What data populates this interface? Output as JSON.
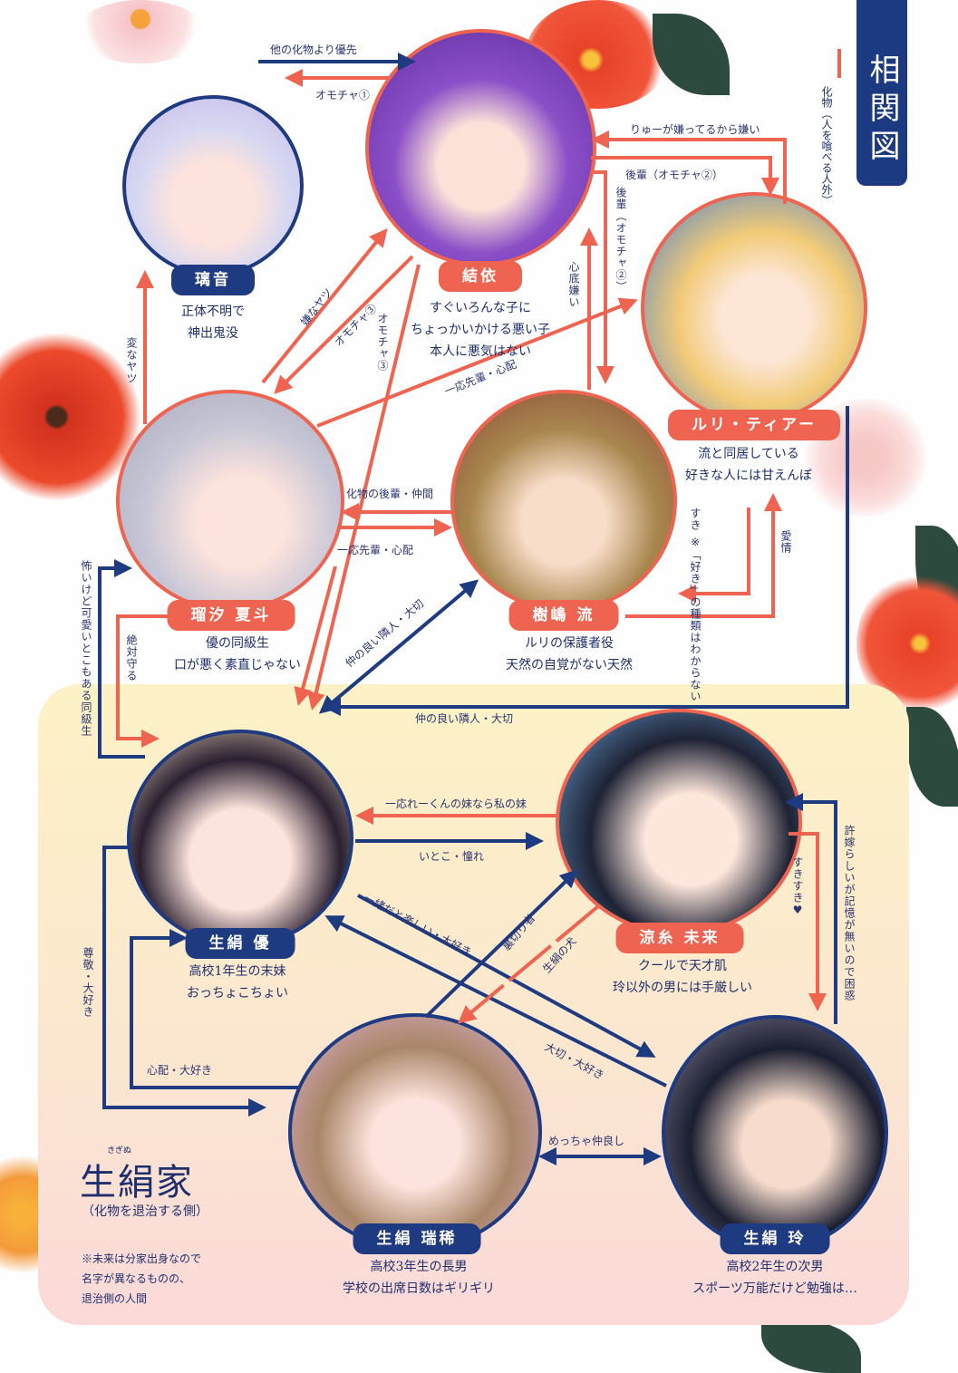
{
  "title": "相関図",
  "legend": {
    "color": "#ee6450",
    "text": "化物（人を喰べる人外）"
  },
  "colors": {
    "coral": "#ee6450",
    "navy": "#1e3a80",
    "panel": "#fdf2c6"
  },
  "family": {
    "ruby": "きぎぬ",
    "name": "生絹家",
    "subtitle": "（化物を退治する側）",
    "note": [
      "※未来は分家出身なので",
      "名字が異なるものの、",
      "退治側の人間"
    ]
  },
  "characters": [
    {
      "id": "rion",
      "name": "璃音",
      "desc": [
        "正体不明で",
        "神出鬼没"
      ]
    },
    {
      "id": "yui",
      "name": "結依",
      "desc": [
        "すぐいろんな子に",
        "ちょっかいかける悪い子",
        "本人に悪気はない"
      ]
    },
    {
      "id": "ruri",
      "name": "ルリ・ティアー",
      "desc": [
        "流と同居している",
        "好きな人には甘えんぼ"
      ]
    },
    {
      "id": "natsuto",
      "name": "瑠汐 夏斗",
      "desc": [
        "優の同級生",
        "口が悪く素直じゃない"
      ]
    },
    {
      "id": "ryu",
      "name": "樹嶋 流",
      "desc": [
        "ルリの保護者役",
        "天然の自覚がない天然"
      ]
    },
    {
      "id": "yu",
      "name": "生絹 優",
      "desc": [
        "高校1年生の末妹",
        "おっちょこちょい"
      ]
    },
    {
      "id": "miku",
      "name": "涼糸 未来",
      "desc": [
        "クールで天才肌",
        "玲以外の男には手厳しい"
      ]
    },
    {
      "id": "mizuki",
      "name": "生絹 瑞稀",
      "desc": [
        "高校3年生の長男",
        "学校の出席日数はギリギリ"
      ]
    },
    {
      "id": "rei",
      "name": "生絹 玲",
      "desc": [
        "高校2年生の次男",
        "スポーツ万能だけど勉強は…"
      ]
    }
  ],
  "relations": [
    {
      "from": "璃音",
      "to": "結依",
      "label": "他の化物より優先",
      "color": "navy"
    },
    {
      "from": "結依",
      "to": "璃音",
      "label": "オモチャ①",
      "color": "coral"
    },
    {
      "from": "ルリ・ティアー",
      "to": "結依",
      "label": "りゅーが嫌ってるから嫌い",
      "color": "coral"
    },
    {
      "from": "結依",
      "to": "ルリ・ティアー",
      "label": "後輩（オモチャ②）",
      "color": "coral"
    },
    {
      "from": "結依",
      "to": "樹嶋 流",
      "label": "後輩（オモチャ②）",
      "color": "coral"
    },
    {
      "from": "樹嶋 流",
      "to": "結依",
      "label": "心底嫌い",
      "color": "coral"
    },
    {
      "from": "瑠汐 夏斗",
      "to": "結依",
      "label": "嫌なヤツ",
      "color": "coral"
    },
    {
      "from": "結依",
      "to": "瑠汐 夏斗",
      "label": "オモチャ③",
      "color": "coral"
    },
    {
      "from": "結依",
      "to": "生絹 優",
      "label": "オモチャ③",
      "color": "coral"
    },
    {
      "from": "瑠汐 夏斗",
      "to": "ルリ・ティアー",
      "label": "一応先輩・心配",
      "color": "coral"
    },
    {
      "from": "樹嶋 流",
      "to": "瑠汐 夏斗",
      "label": "化物の後輩・仲間",
      "color": "coral"
    },
    {
      "from": "瑠汐 夏斗",
      "to": "樹嶋 流",
      "label": "一応先輩・心配",
      "color": "coral"
    },
    {
      "from": "ルリ・ティアー",
      "to": "樹嶋 流",
      "label": "すき ※「好き」の種類はわからない",
      "color": "coral"
    },
    {
      "from": "樹嶋 流",
      "to": "ルリ・ティアー",
      "label": "愛情",
      "color": "coral"
    },
    {
      "from": "瑠汐 夏斗",
      "to": "璃音",
      "label": "変なヤツ",
      "color": "coral"
    },
    {
      "from": "瑠汐 夏斗",
      "to": "生絹 優",
      "label": "絶対守る",
      "color": "coral"
    },
    {
      "from": "生絹 優",
      "to": "瑠汐 夏斗",
      "label": "怖いけど可愛いとこもある同級生",
      "color": "navy"
    },
    {
      "from": "樹嶋 流",
      "to": "生絹 優",
      "label": "仲の良い隣人・大切",
      "color": "navy",
      "both": true
    },
    {
      "from": "ルリ・ティアー",
      "to": "生絹 優",
      "label": "仲の良い隣人・大切",
      "color": "navy"
    },
    {
      "from": "涼糸 未来",
      "to": "生絹 優",
      "label": "一応れーくんの妹なら私の妹",
      "color": "coral"
    },
    {
      "from": "生絹 優",
      "to": "涼糸 未来",
      "label": "いとこ・憧れ",
      "color": "navy"
    },
    {
      "from": "生絹 優",
      "to": "生絹 玲",
      "label": "一緒だと楽しい・大好き",
      "color": "navy"
    },
    {
      "from": "生絹 玲",
      "to": "生絹 優",
      "label": "大切・大好き",
      "color": "navy"
    },
    {
      "from": "生絹 瑞稀",
      "to": "涼糸 未来",
      "label": "裏切り者",
      "color": "navy"
    },
    {
      "from": "涼糸 未来",
      "to": "生絹 瑞稀",
      "label": "生絹の犬",
      "color": "coral"
    },
    {
      "from": "涼糸 未来",
      "to": "生絹 玲",
      "label": "すきすき♥",
      "color": "coral"
    },
    {
      "from": "生絹 玲",
      "to": "涼糸 未来",
      "label": "許嫁らしいが記憶が無いので困惑",
      "color": "navy"
    },
    {
      "from": "生絹 瑞稀",
      "to": "生絹 玲",
      "label": "めっちゃ仲良し",
      "color": "navy",
      "both": true
    },
    {
      "from": "生絹 優",
      "to": "生絹 瑞稀",
      "label": "尊敬・大好き",
      "color": "navy"
    },
    {
      "from": "生絹 瑞稀",
      "to": "生絹 優",
      "label": "心配・大好き",
      "color": "navy"
    }
  ]
}
